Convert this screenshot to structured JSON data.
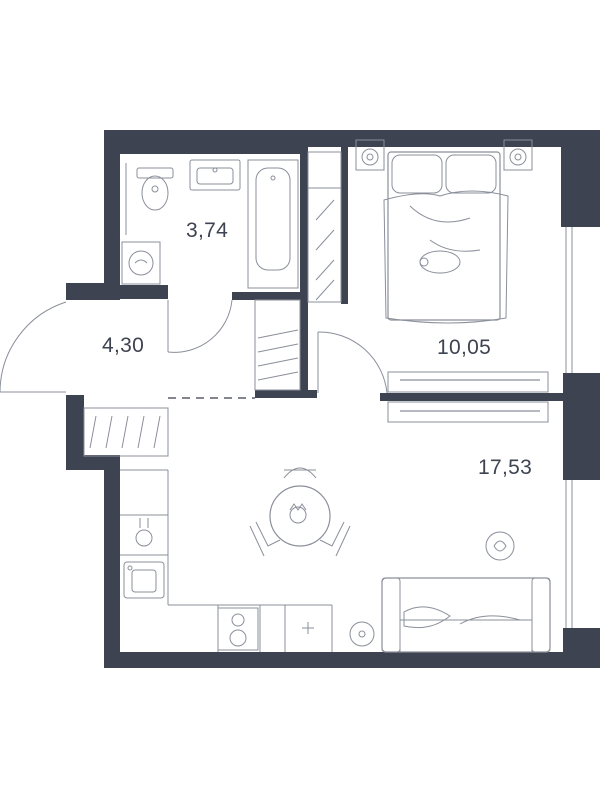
{
  "colors": {
    "walls": "#3d4350",
    "lines": "#8a8f9a",
    "background": "#ffffff"
  },
  "rooms": [
    {
      "id": "bathroom",
      "area": "3,74"
    },
    {
      "id": "hallway",
      "area": "4,30"
    },
    {
      "id": "bedroom",
      "area": "10,05"
    },
    {
      "id": "living-kitchen",
      "area": "17,53"
    }
  ],
  "icons": [
    "toilet-icon",
    "sink-icon",
    "bathtub-icon",
    "washing-machine-icon",
    "bed-icon",
    "nightstand-lamp-icon",
    "wardrobe-icon",
    "dining-table-icon",
    "chair-icon",
    "stove-icon",
    "kitchen-sink-icon",
    "sofa-icon",
    "plant-icon",
    "tv-icon",
    "door-icon"
  ]
}
